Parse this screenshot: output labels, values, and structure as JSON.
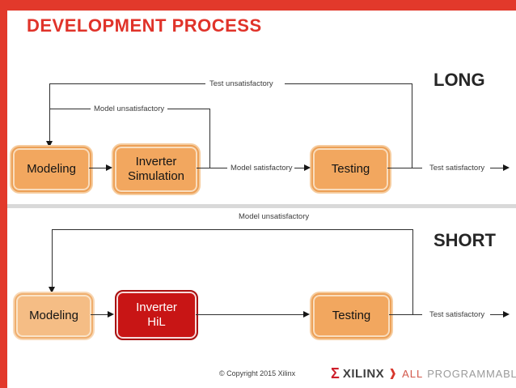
{
  "slide": {
    "title": "DEVELOPMENT PROCESS"
  },
  "colors": {
    "xilinx_red": "#E2392B",
    "title_red": "#E0332A",
    "box_orange": "#F2A75F",
    "box_orange_light": "#F5BD85",
    "hil_red": "#C81515",
    "divider_gray": "#D9D9D9",
    "line_black": "#2e2e2e"
  },
  "long_flow": {
    "tag": "LONG",
    "modeling": "Modeling",
    "inverter_sim_line1": "Inverter",
    "inverter_sim_line2": "Simulation",
    "testing": "Testing",
    "test_unsatisfactory": "Test unsatisfactory",
    "model_unsatisfactory": "Model unsatisfactory",
    "model_satisfactory": "Model satisfactory",
    "test_satisfactory": "Test satisfactory"
  },
  "short_flow": {
    "tag": "SHORT",
    "modeling": "Modeling",
    "inverter_hil_line1": "Inverter",
    "inverter_hil_line2": "HiL",
    "testing": "Testing",
    "model_unsatisfactory": "Model unsatisfactory",
    "test_satisfactory": "Test satisfactory"
  },
  "footer": {
    "copyright": "© Copyright 2015 Xilinx",
    "logo_mark": "Σ",
    "logo_text": "XILINX",
    "logo_chevron": "❱",
    "logo_all": "ALL",
    "logo_programmable": "PROGRAMMABLE."
  }
}
